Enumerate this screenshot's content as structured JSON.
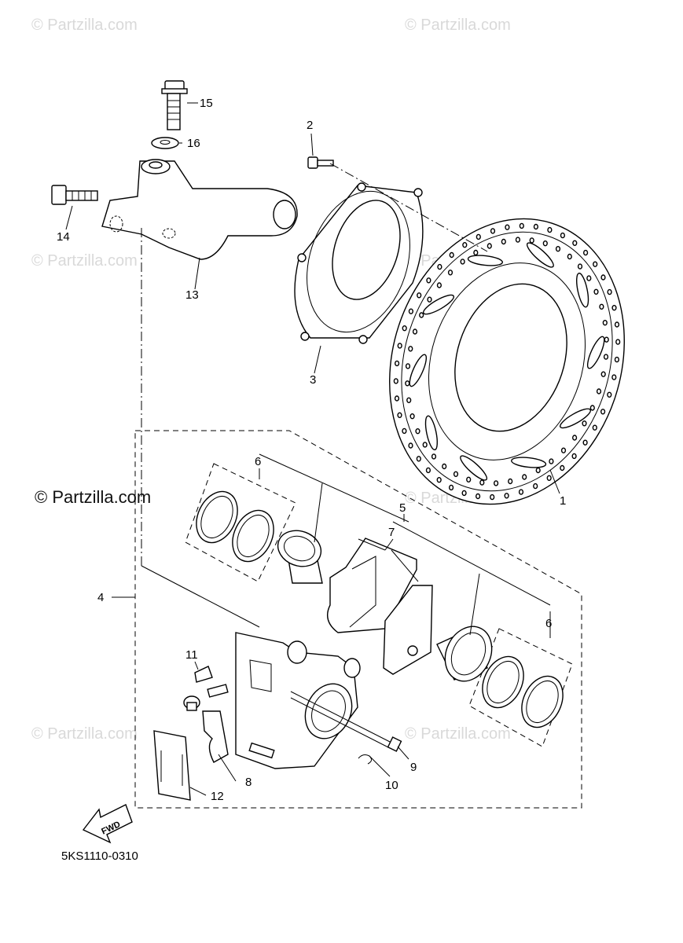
{
  "watermarks": [
    {
      "text": "© Partzilla.com"
    },
    {
      "text": "© Partzilla.com"
    },
    {
      "text": "© Partzilla.com"
    },
    {
      "text": "© Partzilla.com"
    },
    {
      "text": "© Partzilla.com"
    },
    {
      "text": "© Partzilla.com"
    },
    {
      "text": "© Partzilla.com"
    }
  ],
  "main_watermark": "© Partzilla.com",
  "callouts": {
    "p1": "1",
    "p2": "2",
    "p3": "3",
    "p4": "4",
    "p5": "5",
    "p6a": "6",
    "p6b": "6",
    "p7": "7",
    "p8": "8",
    "p9": "9",
    "p10": "10",
    "p11": "11",
    "p12": "12",
    "p13": "13",
    "p14": "14",
    "p15": "15",
    "p16": "16"
  },
  "fwd_label": "FWD",
  "diagram_code": "5KS1110-0310"
}
